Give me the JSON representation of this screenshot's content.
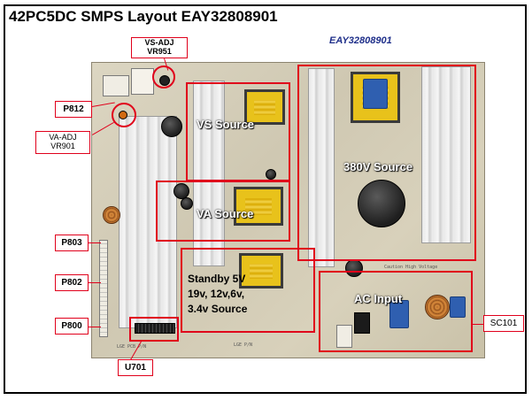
{
  "title": "42PC5DC SMPS Layout EAY32808901",
  "subtitle": "EAY32808901",
  "sections": {
    "vs_source": "VS Source",
    "va_source": "VA Source",
    "v380_source": "380V Source",
    "ac_input": "AC Input",
    "standby": [
      "Standby 5V",
      "19v, 12v,6v,",
      "3.4v Source"
    ]
  },
  "callouts": {
    "vs_adj": [
      "VS-ADJ",
      "VR951"
    ],
    "va_adj": [
      "VA-ADJ",
      "VR901"
    ],
    "p812": "P812",
    "p803": "P803",
    "p802": "P802",
    "p800": "P800",
    "u701": "U701",
    "sc101": "SC101"
  },
  "colors": {
    "outline": "#e0001b",
    "subtitle": "#1f2f8a",
    "transformer": "#e8c21b"
  }
}
